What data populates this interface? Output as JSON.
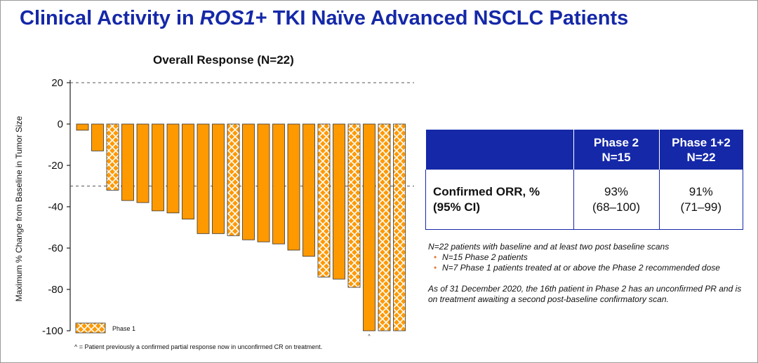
{
  "slide": {
    "title_prefix": "Clinical Activity in ",
    "title_italic": "ROS1",
    "title_suffix": "+ TKI Naïve Advanced NSCLC Patients"
  },
  "chart_data": {
    "type": "bar",
    "title": "Overall Response (N=22)",
    "ylabel": "Maximum % Change from Baseline in Tumor Size",
    "ylim": [
      -100,
      20
    ],
    "yticks": [
      "20",
      "0",
      "-20",
      "-40",
      "-60",
      "-80",
      "-100"
    ],
    "reference_lines": [
      20,
      -30
    ],
    "values": [
      -3,
      -13,
      -32,
      -37,
      -38,
      -42,
      -43,
      -46,
      -53,
      -53,
      -54,
      -56,
      -57,
      -58,
      -61,
      -64,
      -74,
      -75,
      -79,
      -100,
      -100,
      -100
    ],
    "phase1": [
      false,
      false,
      true,
      false,
      false,
      false,
      false,
      false,
      false,
      false,
      true,
      false,
      false,
      false,
      false,
      false,
      true,
      false,
      true,
      false,
      true,
      true
    ],
    "markers": [
      {
        "index": 19,
        "label": "^"
      }
    ],
    "legend": {
      "label": "Phase 1",
      "position": "bottom-left"
    },
    "colors": {
      "bar": "#ff9900",
      "bar_stroke": "#333333",
      "hatch": "#ffffff"
    }
  },
  "table": {
    "headers": [
      {
        "line1": "",
        "line2": ""
      },
      {
        "line1": "Phase 2",
        "line2": "N=15"
      },
      {
        "line1": "Phase 1+2",
        "line2": "N=22"
      }
    ],
    "row": {
      "label_line1": "Confirmed ORR, %",
      "label_line2": "(95% CI)",
      "cells": [
        {
          "value": "93%",
          "ci": "(68–100)"
        },
        {
          "value": "91%",
          "ci": "(71–99)"
        }
      ]
    },
    "colors": {
      "header_bg": "#1528a8",
      "border": "#1528a8"
    }
  },
  "notes": {
    "intro": "N=22 patients with baseline and at least two post baseline scans",
    "bullets": [
      "N=15 Phase 2 patients",
      "N=7 Phase 1 patients treated at or above the Phase 2 recommended dose"
    ],
    "asof": "As of 31 December 2020, the 16th patient in Phase 2 has an unconfirmed PR and is on treatment awaiting a second post-baseline confirmatory scan."
  },
  "footnote": "^ = Patient previously a confirmed partial response now in unconfirmed CR on treatment."
}
